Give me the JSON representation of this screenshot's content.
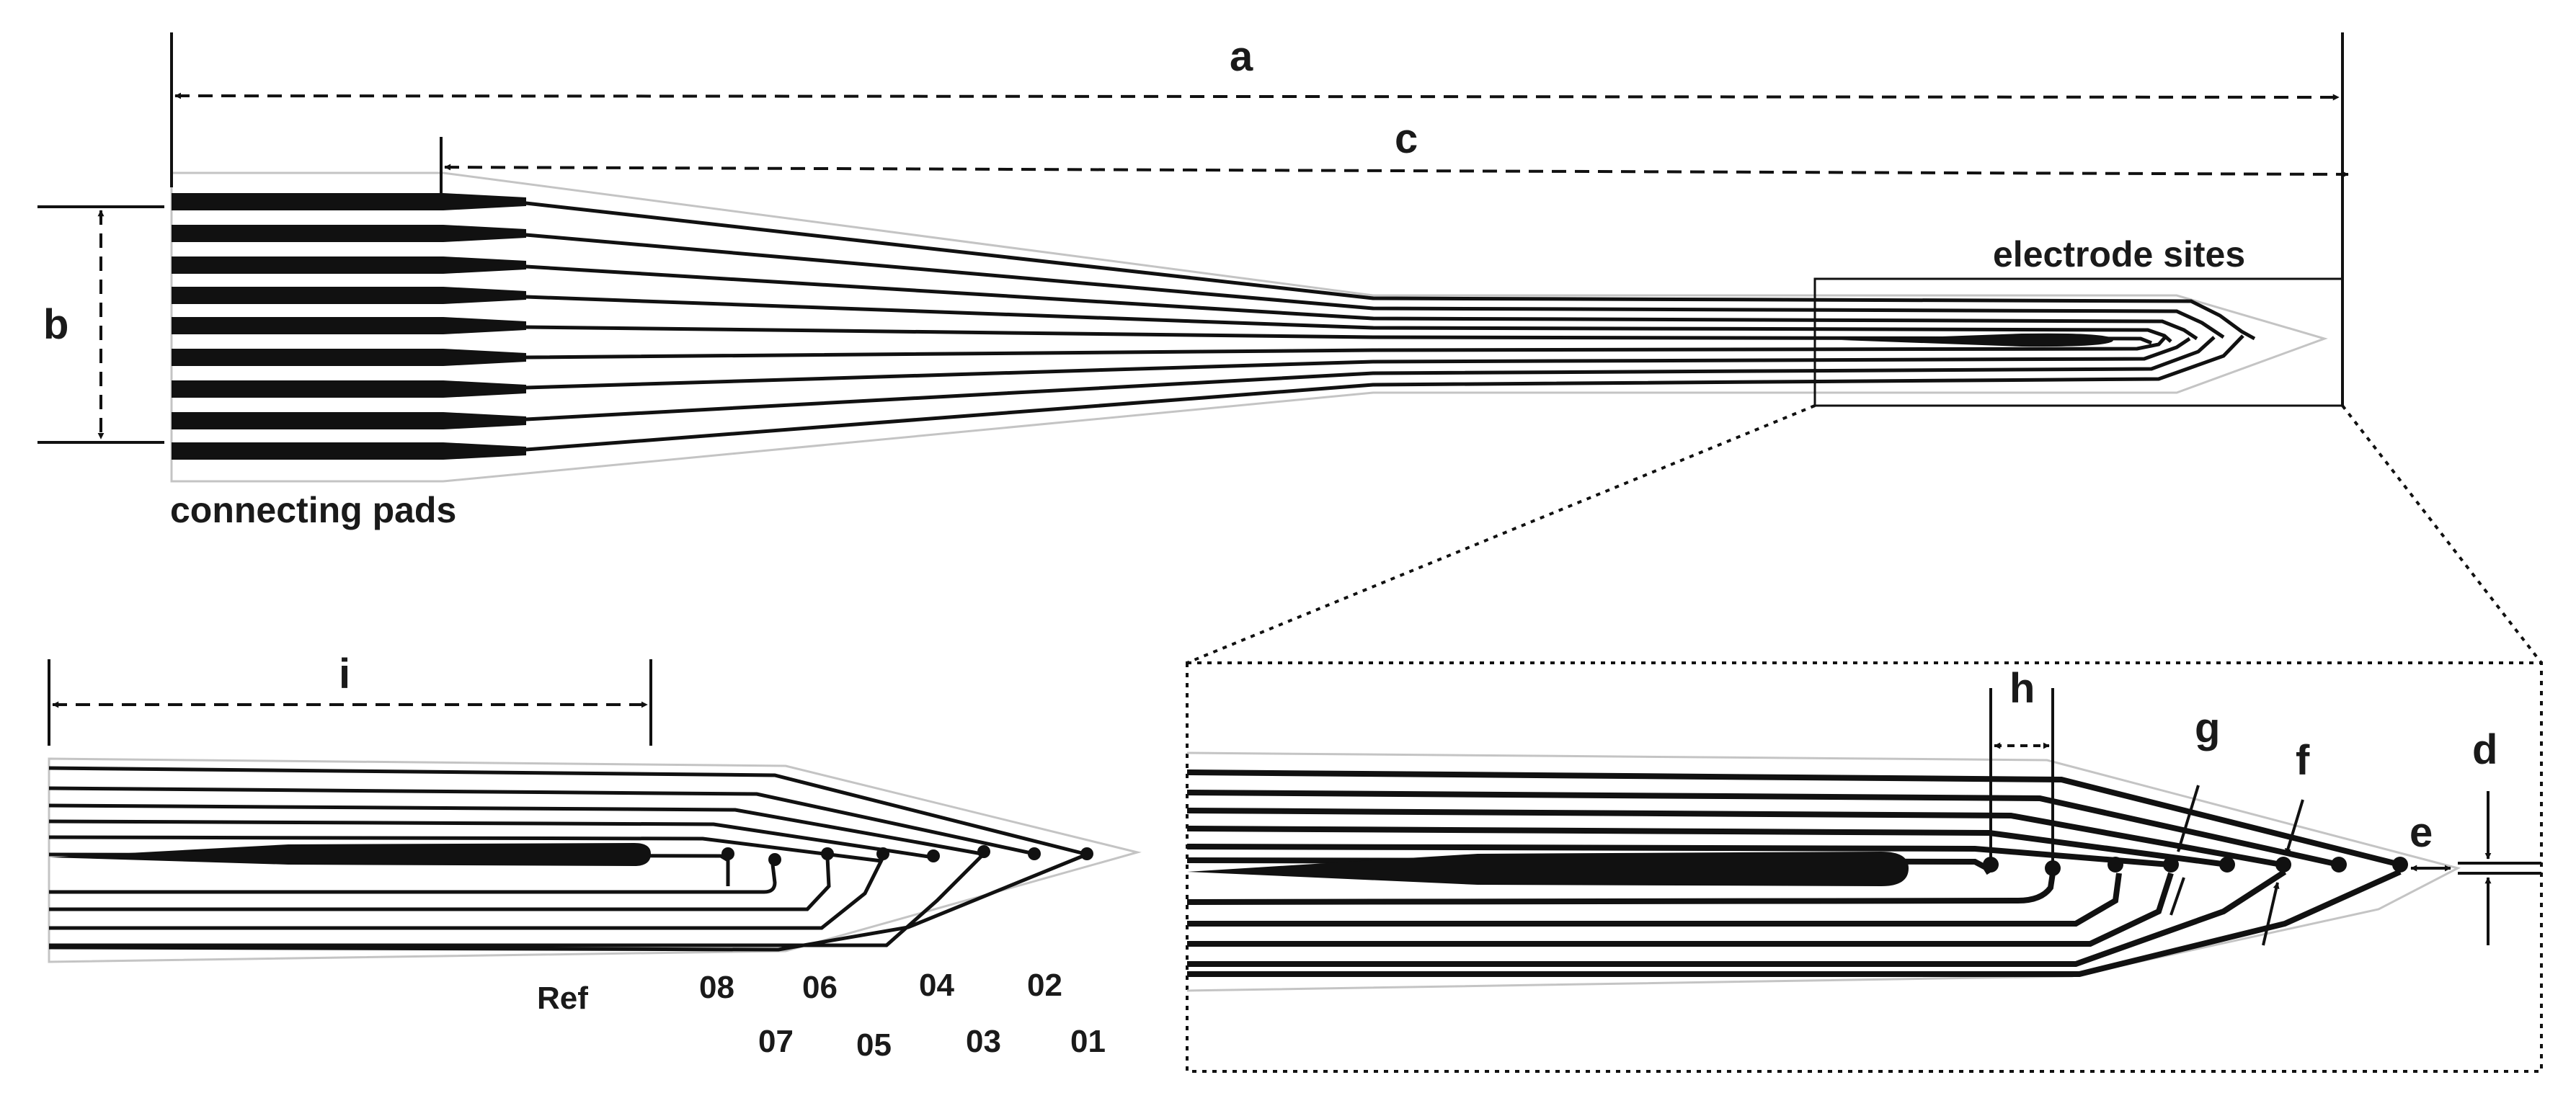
{
  "labels": {
    "dim_a": "a",
    "dim_b": "b",
    "dim_c": "c",
    "dim_d": "d",
    "dim_e": "e",
    "dim_f": "f",
    "dim_g": "g",
    "dim_h": "h",
    "dim_i": "i",
    "electrode_sites": "electrode sites",
    "connecting_pads": "connecting pads"
  },
  "channels": {
    "ref": "Ref",
    "ch08": "08",
    "ch07": "07",
    "ch06": "06",
    "ch05": "05",
    "ch04": "04",
    "ch03": "03",
    "ch02": "02",
    "ch01": "01"
  },
  "colors": {
    "trace": "#111111",
    "outline": "#bfbfbf",
    "background": "#ffffff"
  }
}
